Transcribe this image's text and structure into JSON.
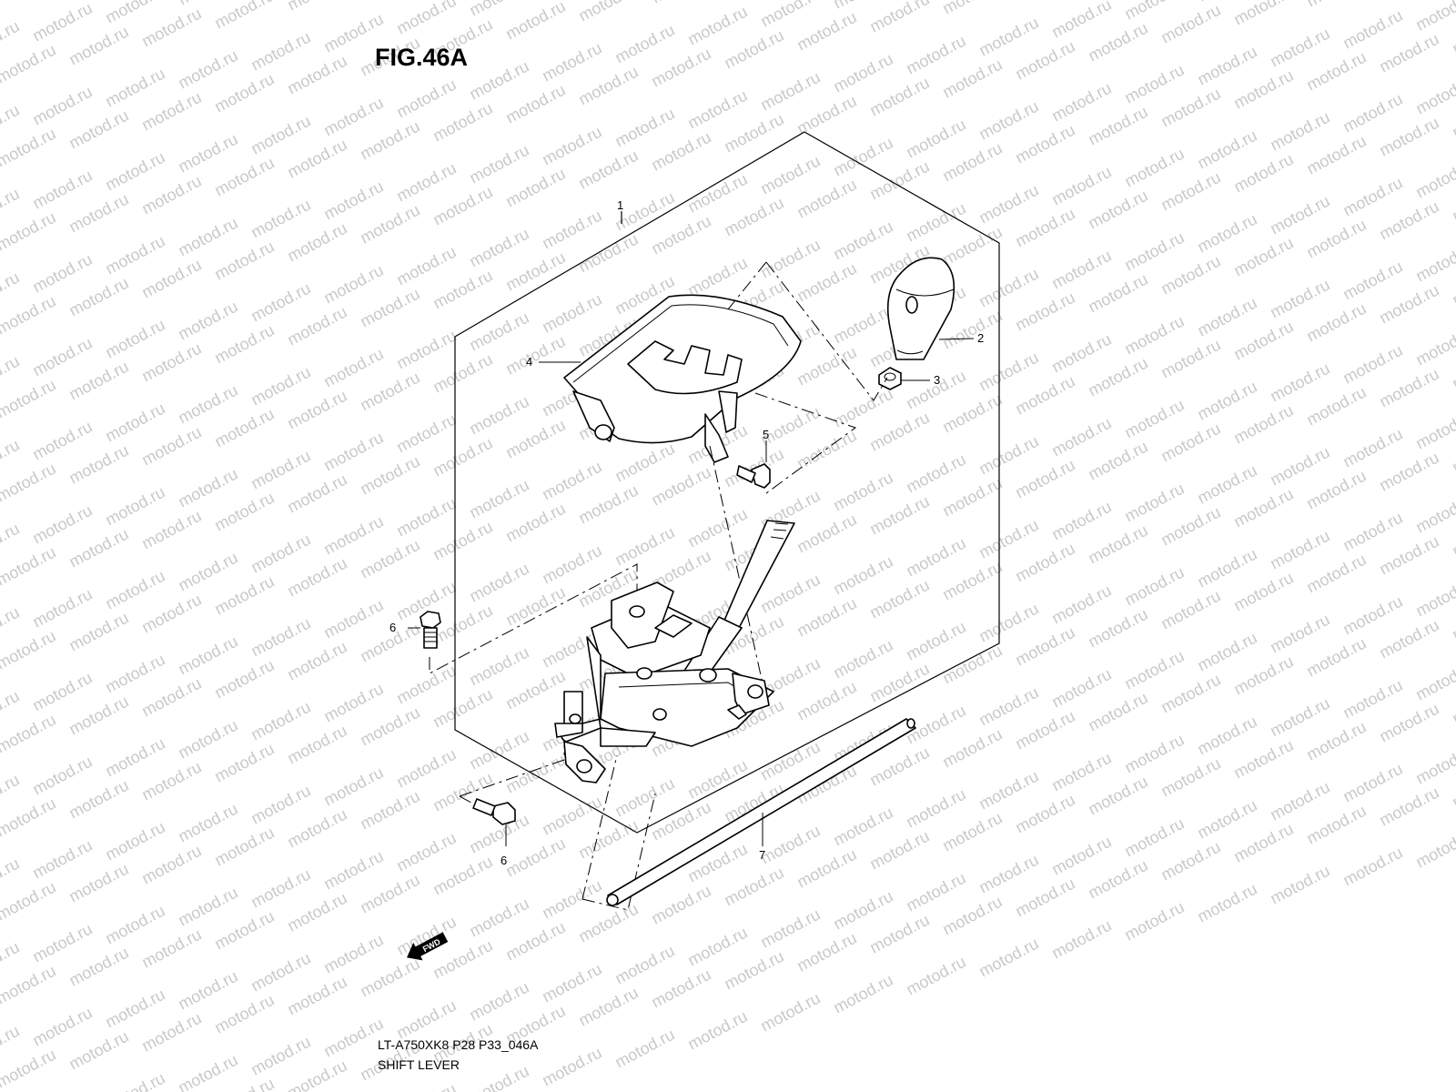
{
  "figure_title": "FIG.46A",
  "model_code": "LT-A750XK8 P28 P33_046A",
  "section_name": "SHIFT LEVER",
  "watermark_text": "motod.ru",
  "fwd_badge": "FWD",
  "callouts": {
    "c1": "1",
    "c2": "2",
    "c3": "3",
    "c4": "4",
    "c5": "5",
    "c6a": "6",
    "c6b": "6",
    "c7": "7"
  },
  "colors": {
    "line": "#000000",
    "watermark": "#c9c9c9",
    "background": "#ffffff"
  }
}
